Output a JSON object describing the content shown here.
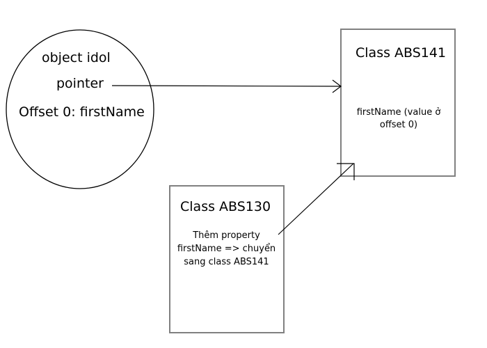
{
  "object": {
    "title": "object idol",
    "pointer_label": "pointer",
    "offset_label": "Offset 0: firstName"
  },
  "class_abs141": {
    "title": "Class ABS141",
    "body": "firstName (value ở offset 0)"
  },
  "class_abs130": {
    "title": "Class ABS130",
    "body": "Thêm property firstName => chuyển sang class ABS141"
  },
  "colors": {
    "line": "#000000",
    "box_border": "#808080",
    "background": "#ffffff"
  }
}
